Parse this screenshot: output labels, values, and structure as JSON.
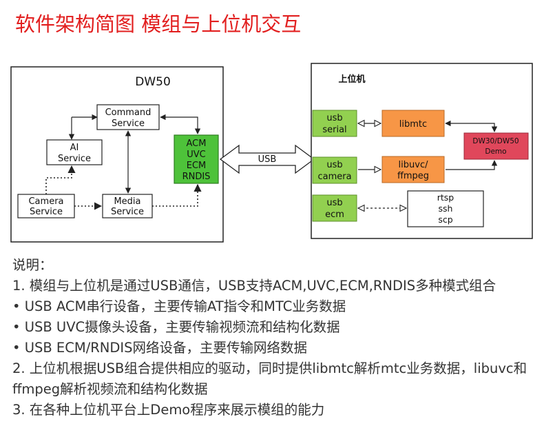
{
  "title": "软件架构简图 模组与上位机交互",
  "colors": {
    "title": "#e21f1f",
    "acm_box": "#4ec23a",
    "usb_box": "#92d050",
    "lib_box": "#f79646",
    "demo_box": "#e0475b"
  },
  "diagram": {
    "module": {
      "label": "DW50",
      "command_service": [
        "Command",
        "Service"
      ],
      "ai_service": [
        "AI",
        "Service"
      ],
      "camera_service": [
        "Camera",
        "Service"
      ],
      "media_service": [
        "Media",
        "Service"
      ],
      "interfaces": [
        "ACM",
        "UVC",
        "ECM",
        "RNDIS"
      ]
    },
    "link_label": "USB",
    "host": {
      "label": "上位机",
      "usb_serial": [
        "usb",
        "serial"
      ],
      "usb_camera": [
        "usb",
        "camera"
      ],
      "usb_ecm": [
        "usb",
        "ecm"
      ],
      "libmtc": "libmtc",
      "libuvc": [
        "libuvc/",
        "ffmpeg"
      ],
      "demo": [
        "DW30/DW50",
        "Demo"
      ],
      "protocols": [
        "rtsp",
        "ssh",
        "scp"
      ]
    }
  },
  "notes": {
    "heading": "说明：",
    "lines": [
      "1. 模组与上位机是通过USB通信，USB支持ACM,UVC,ECM,RNDIS多种模式组合",
      "• USB ACM串行设备，主要传输AT指令和MTC业务数据",
      "• USB UVC摄像头设备，主要传输视频流和结构化数据",
      "• USB ECM/RNDIS网络设备，主要传输网络数据",
      "2. 上位机根据USB组合提供相应的驱动，同时提供libmtc解析mtc业务数据，libuvc和ffmpeg解析视频流和结构化数据",
      "3. 在各种上位机平台上Demo程序来展示模组的能力"
    ]
  }
}
